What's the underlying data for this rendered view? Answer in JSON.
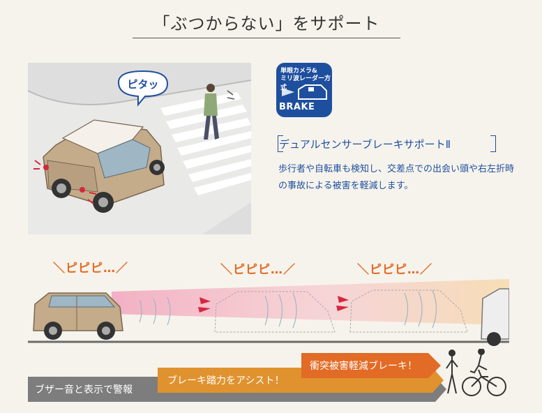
{
  "header": {
    "title": "「ぶつからない」をサポート"
  },
  "scene1": {
    "speech_bubble": "ピタッ"
  },
  "badge": {
    "line1": "単眼カメラ&",
    "line2": "ミリ波レーダー方式",
    "label": "BRAKE"
  },
  "feature": {
    "title": "デュアルセンサーブレーキサポートⅡ",
    "description": "歩行者や自転車も検知し、交差点での出会い頭や右左折時の事故による被害を軽減します。"
  },
  "scene2": {
    "sfx": [
      "＼ピピピ…／",
      "＼ピピピ…／",
      "＼ピピピ…／"
    ]
  },
  "steps": [
    {
      "label": "ブザー音と表示で警報",
      "color": "#7d7d7d"
    },
    {
      "label": "ブレーキ踏力をアシスト！",
      "color": "#e0922e"
    },
    {
      "label": "衝突被害軽減ブレーキ！",
      "color": "#e26b25"
    }
  ]
}
